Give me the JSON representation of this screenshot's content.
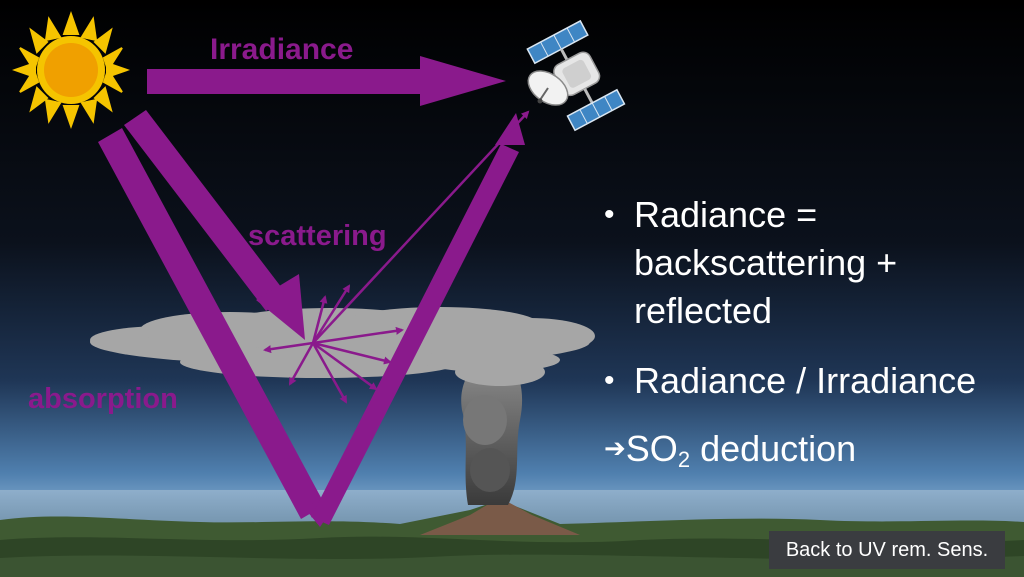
{
  "labels": {
    "irradiance": "Irradiance",
    "scattering": "scattering",
    "absorption": "absorption"
  },
  "bullets": [
    {
      "marker": "•",
      "lines": [
        "Radiance =",
        "backscattering +",
        "reflected"
      ]
    },
    {
      "marker": "•",
      "text": "Radiance / Irradiance"
    },
    {
      "marker": "➔",
      "text_main": "SO",
      "subscript": "2",
      "text_tail": " deduction"
    }
  ],
  "nav": {
    "back_label": "Back to UV rem. Sens."
  },
  "colors": {
    "arrow": "#8a1a8c",
    "text": "#ffffff",
    "sun": "#f5c400",
    "cloud": "#a6a6a6"
  },
  "icons": {
    "sun": "sun-icon",
    "satellite": "satellite-icon",
    "volcano": "volcano-icon",
    "cloud": "ash-cloud"
  }
}
